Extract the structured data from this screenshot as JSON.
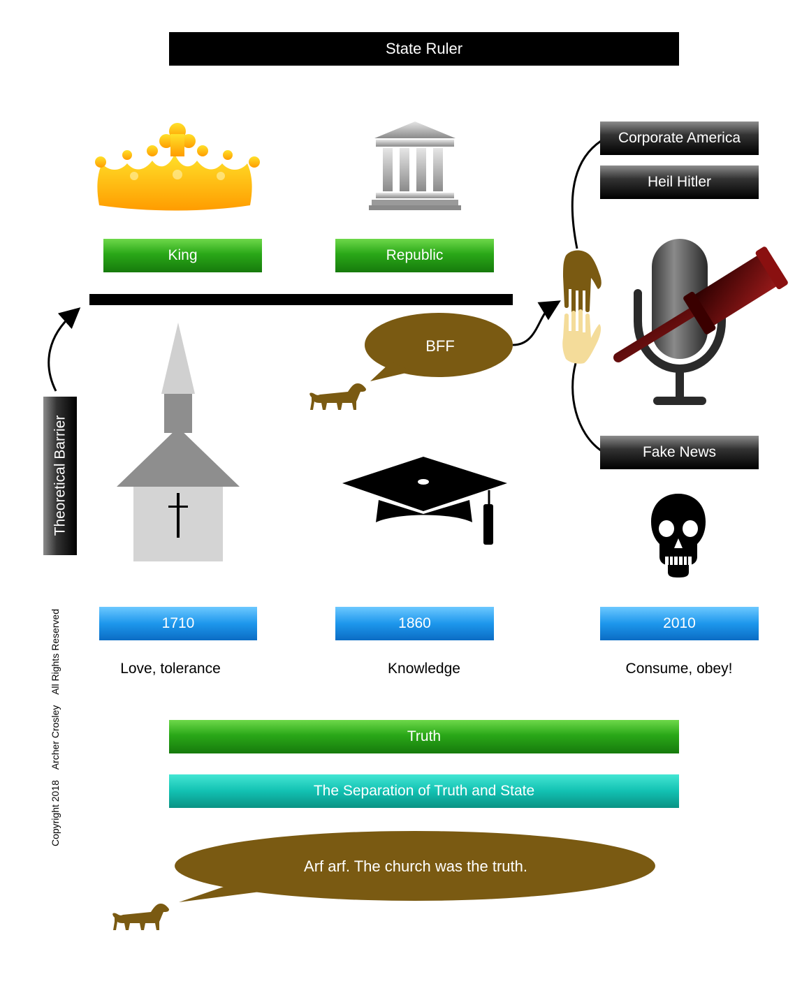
{
  "header": {
    "state_ruler": "State Ruler"
  },
  "rulers": {
    "king": "King",
    "republic": "Republic"
  },
  "right_labels": {
    "corporate": "Corporate America",
    "hitler": "Heil Hitler",
    "fake_news": "Fake News"
  },
  "speech": {
    "bff": "BFF",
    "bottom": "Arf arf.  The church was the truth."
  },
  "barrier": {
    "label": "Theoretical Barrier"
  },
  "years": [
    "1710",
    "1860",
    "2010"
  ],
  "values": [
    "Love, tolerance",
    "Knowledge",
    "Consume, obey!"
  ],
  "bars": {
    "truth": "Truth",
    "separation": "The Separation of Truth and State"
  },
  "copyright": "Copyright 2018    Archer Crosley    All Rights Reserved",
  "colors": {
    "dog": "#7a5a12",
    "green": "#2aa818",
    "blue": "#1d97ec",
    "teal": "#12c1b2"
  },
  "icons": [
    "crown-icon",
    "government-building-icon",
    "church-icon",
    "graduation-cap-icon",
    "skull-icon",
    "microphone-icon",
    "gavel-icon",
    "handshake-icon",
    "dachshund-icon"
  ]
}
